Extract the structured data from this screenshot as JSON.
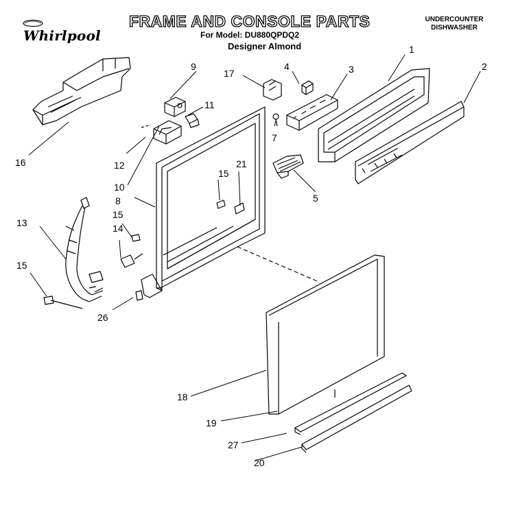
{
  "header": {
    "brand": "Whirlpool",
    "title": "FRAME AND CONSOLE PARTS",
    "model": "For Model: DU880QPDQ2",
    "finish": "Designer Almond",
    "appliance_line1": "UNDERCOUNTER",
    "appliance_line2": "DISHWASHER"
  },
  "callouts": {
    "c1": "1",
    "c2": "2",
    "c3": "3",
    "c4": "4",
    "c5": "5",
    "c7": "7",
    "c8": "8",
    "c9": "9",
    "c10": "10",
    "c11": "11",
    "c12": "12",
    "c13": "13",
    "c14": "14",
    "c15a": "15",
    "c15b": "15",
    "c15c": "15",
    "c16": "16",
    "c17": "17",
    "c18": "18",
    "c19": "19",
    "c20": "20",
    "c21": "21",
    "c26": "26",
    "c27": "27"
  }
}
